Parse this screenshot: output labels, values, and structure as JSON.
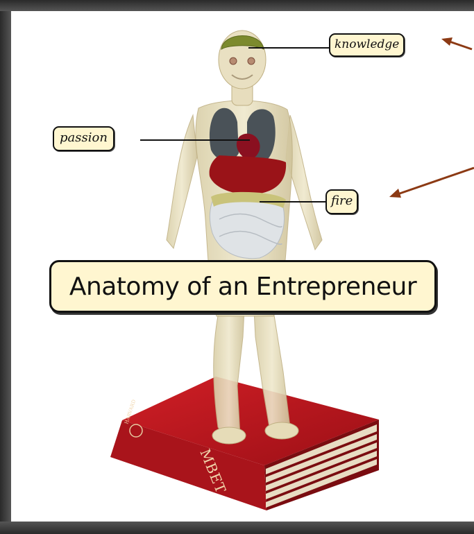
{
  "labels": {
    "knowledge": "knowledge",
    "passion": "passion",
    "fire": "fire"
  },
  "title": "Anatomy of an Entrepreneur",
  "book": {
    "spine_text": "MBET",
    "spine_emblem": "HARVARD",
    "color": "#b5121b"
  },
  "colors": {
    "callout_fill": "#fff6d0",
    "arrow": "#8c3a14",
    "heart": "#8a1020",
    "liver": "#9a1318",
    "lungs": "#4a5258",
    "intestines": "#dfe3e6"
  }
}
